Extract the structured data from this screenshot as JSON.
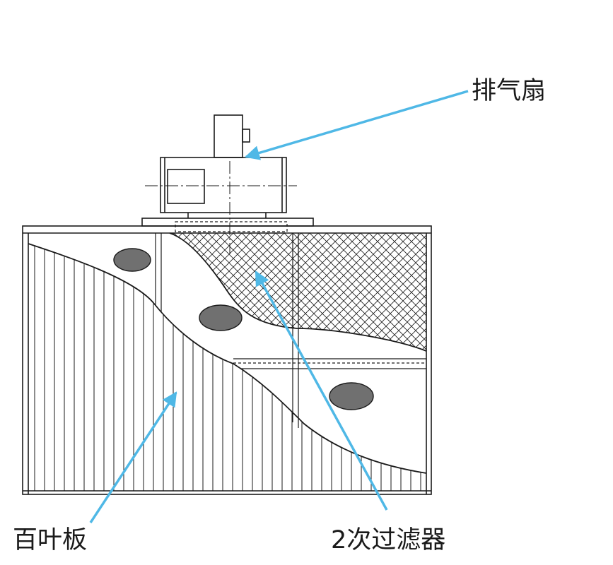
{
  "labels": {
    "fan": "排气扇",
    "louver": "百叶板",
    "filter": "2次过滤器"
  },
  "colors": {
    "arrow": "#4fb8e6",
    "line": "#1a1a1a",
    "stone": "#707070",
    "background": "#ffffff"
  }
}
